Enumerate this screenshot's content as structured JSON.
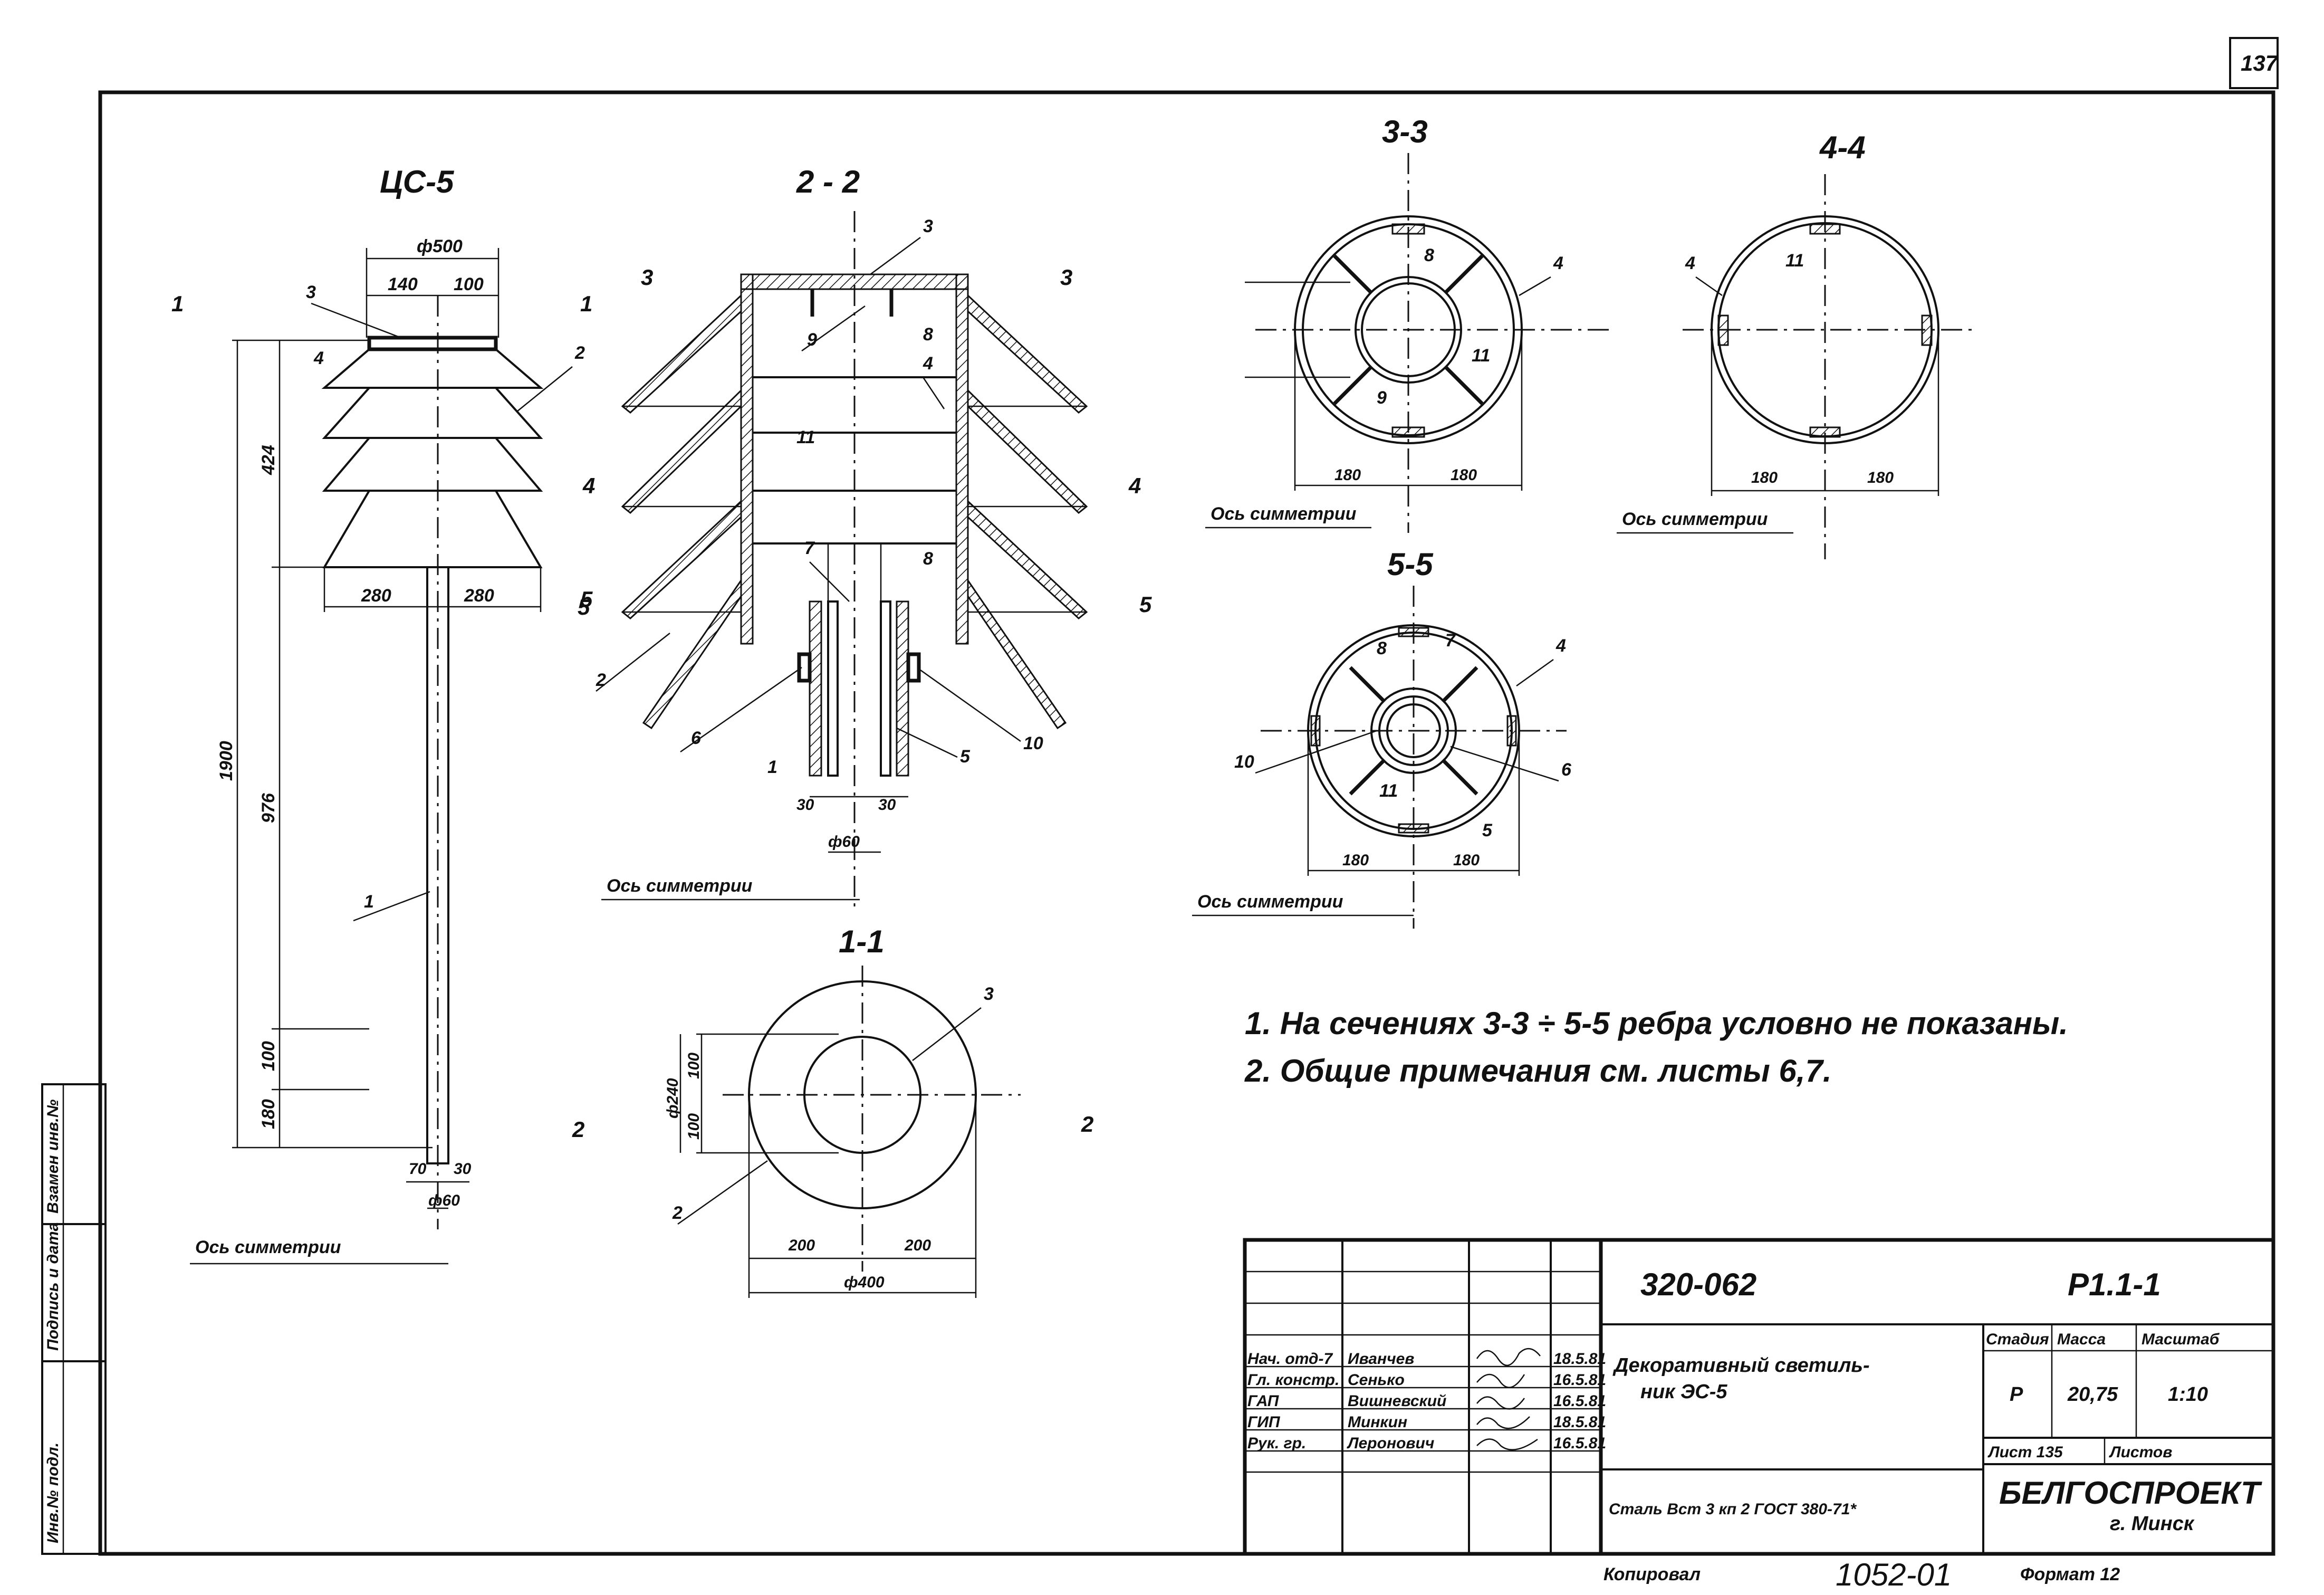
{
  "sheet_number": "137",
  "views": {
    "facade_title": "ЦС-5",
    "section_2_title": "2 - 2",
    "section_3_title": "3-3",
    "section_4_title": "4-4",
    "section_5_title": "5-5",
    "section_1_title": "1-1",
    "axis_label": "Ось симметрии"
  },
  "dimensions": {
    "d500": "ф500",
    "d140": "140",
    "d100": "100",
    "d280a": "280",
    "d280b": "280",
    "h424": "424",
    "h1900": "1900",
    "h976": "976",
    "h100": "100",
    "h180": "180",
    "w70a": "70",
    "w30b": "30",
    "d60": "ф60",
    "s2_30a": "30",
    "s2_30b": "30",
    "s2_d60": "ф60",
    "s3_180a": "180",
    "s3_180b": "180",
    "s4_180a": "180",
    "s4_180b": "180",
    "s5_180a": "180",
    "s5_180b": "180",
    "s1_d240": "ф240",
    "s1_100a": "100",
    "s1_100b": "100",
    "s1_200a": "200",
    "s1_200b": "200",
    "s1_d400": "ф400"
  },
  "cut_marks": {
    "m1": "1",
    "m2": "2",
    "m3": "3",
    "m4": "4",
    "m5": "5"
  },
  "callouts": [
    "1",
    "2",
    "3",
    "4",
    "5",
    "6",
    "7",
    "8",
    "9",
    "10",
    "11"
  ],
  "notes": [
    "1. На сечениях 3-3 ÷ 5-5 ребра условно не показаны.",
    "2. Общие примечания см. листы 6,7."
  ],
  "side_stamp": {
    "col1": "Инв.№ подл.",
    "col2": "Подпись и дата",
    "col3": "Взамен инв.№"
  },
  "title_block": {
    "code": "320-062",
    "sheet_ref": "Р1.1-1",
    "title_line1": "Декоративный светиль-",
    "title_line2": "ник ЭС-5",
    "material": "Сталь Вст 3 кп 2 ГОСТ 380-71*",
    "stage_h": "Стадия",
    "mass_h": "Масса",
    "scale_h": "Масштаб",
    "stage": "Р",
    "mass": "20,75",
    "scale": "1:10",
    "sheet_label": "Лист 135",
    "sheets_label": "Листов",
    "org": "БЕЛГОСПРОЕКТ",
    "city": "г. Минск",
    "staff": [
      {
        "role": "Нач. отд-7",
        "name": "Иванчев",
        "date": "18.5.81"
      },
      {
        "role": "Гл. констр.",
        "name": "Сенько",
        "date": "16.5.81"
      },
      {
        "role": "ГАП",
        "name": "Вишневский",
        "date": "16.5.81"
      },
      {
        "role": "ГИП",
        "name": "Минкин",
        "date": "18.5.81"
      },
      {
        "role": "Рук. гр.",
        "name": "Леронович",
        "date": "16.5.81"
      }
    ]
  },
  "footer": {
    "copied": "Копировал",
    "doc_no": "1052-01",
    "format": "Формат 12"
  }
}
